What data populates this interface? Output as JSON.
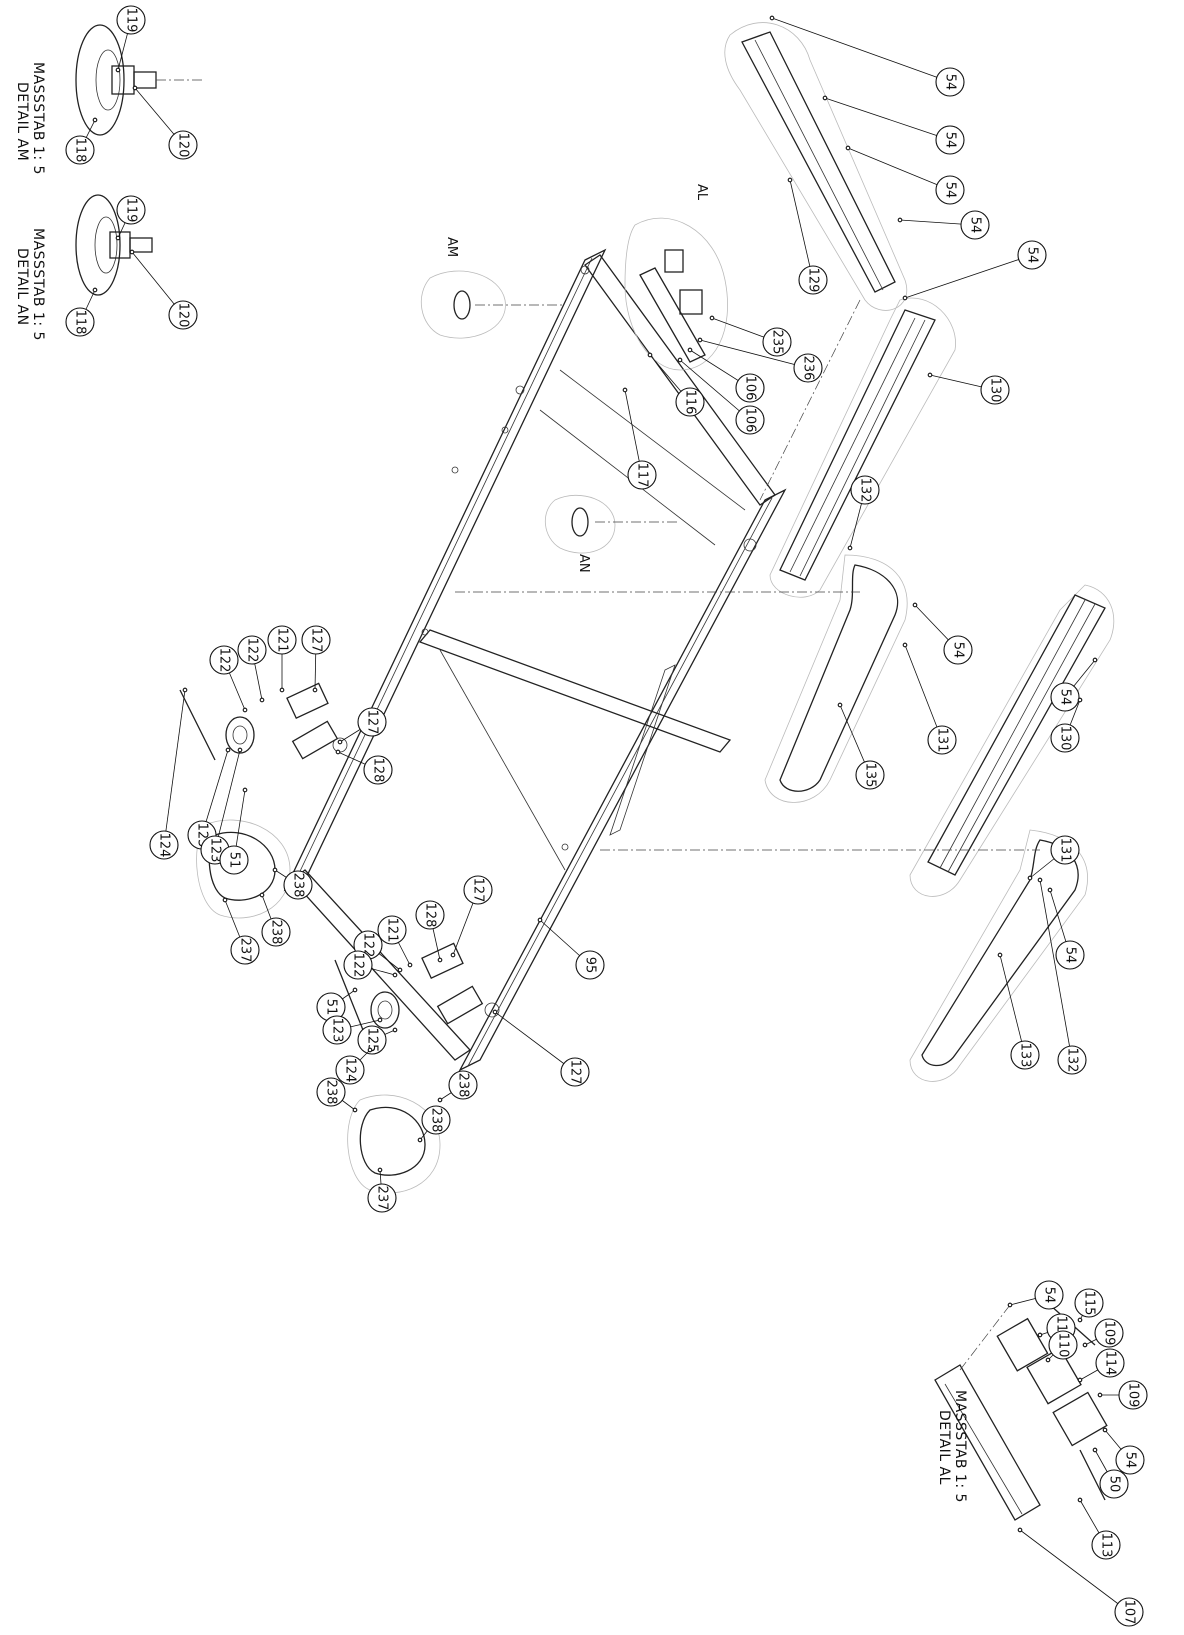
{
  "details": [
    {
      "title": "DETAIL AM",
      "scale": "MASSSTAB 1: 5"
    },
    {
      "title": "DETAIL AN",
      "scale": "MASSSTAB 1: 5"
    },
    {
      "title": "DETAIL AL",
      "scale": "MASSSTAB 1: 5"
    }
  ],
  "view_markers": {
    "am": "AM",
    "an": "AN",
    "al": "AL"
  },
  "callouts": [
    {
      "id": "c119a",
      "label": "119"
    },
    {
      "id": "c120a",
      "label": "120"
    },
    {
      "id": "c118a",
      "label": "118"
    },
    {
      "id": "c119b",
      "label": "119"
    },
    {
      "id": "c120b",
      "label": "120"
    },
    {
      "id": "c118b",
      "label": "118"
    },
    {
      "id": "c54a",
      "label": "54"
    },
    {
      "id": "c54b",
      "label": "54"
    },
    {
      "id": "c54c",
      "label": "54"
    },
    {
      "id": "c54d",
      "label": "54"
    },
    {
      "id": "c129",
      "label": "129"
    },
    {
      "id": "c54e",
      "label": "54"
    },
    {
      "id": "c130a",
      "label": "130"
    },
    {
      "id": "c235",
      "label": "235"
    },
    {
      "id": "c236",
      "label": "236"
    },
    {
      "id": "c106a",
      "label": "106"
    },
    {
      "id": "c106b",
      "label": "106"
    },
    {
      "id": "c116",
      "label": "116"
    },
    {
      "id": "c117",
      "label": "117"
    },
    {
      "id": "c132a",
      "label": "132"
    },
    {
      "id": "c54f",
      "label": "54"
    },
    {
      "id": "c131a",
      "label": "131"
    },
    {
      "id": "c135",
      "label": "135"
    },
    {
      "id": "c54g",
      "label": "54"
    },
    {
      "id": "c130b",
      "label": "130"
    },
    {
      "id": "c131b",
      "label": "131"
    },
    {
      "id": "c54h",
      "label": "54"
    },
    {
      "id": "c133",
      "label": "133"
    },
    {
      "id": "c132b",
      "label": "132"
    },
    {
      "id": "c127a",
      "label": "127"
    },
    {
      "id": "c121a",
      "label": "121"
    },
    {
      "id": "c122a",
      "label": "122"
    },
    {
      "id": "c122b",
      "label": "122"
    },
    {
      "id": "c127b",
      "label": "127"
    },
    {
      "id": "c128a",
      "label": "128"
    },
    {
      "id": "c124a",
      "label": "124"
    },
    {
      "id": "c125a",
      "label": "125"
    },
    {
      "id": "c123a",
      "label": "123"
    },
    {
      "id": "c51a",
      "label": "51"
    },
    {
      "id": "c238a",
      "label": "238"
    },
    {
      "id": "c238b",
      "label": "238"
    },
    {
      "id": "c237a",
      "label": "237"
    },
    {
      "id": "c127c",
      "label": "127"
    },
    {
      "id": "c128b",
      "label": "128"
    },
    {
      "id": "c121b",
      "label": "121"
    },
    {
      "id": "c122c",
      "label": "122"
    },
    {
      "id": "c122d",
      "label": "122"
    },
    {
      "id": "c95",
      "label": "95"
    },
    {
      "id": "c127d",
      "label": "127"
    },
    {
      "id": "c51b",
      "label": "51"
    },
    {
      "id": "c123b",
      "label": "123"
    },
    {
      "id": "c125b",
      "label": "125"
    },
    {
      "id": "c124b",
      "label": "124"
    },
    {
      "id": "c238c",
      "label": "238"
    },
    {
      "id": "c238d",
      "label": "238"
    },
    {
      "id": "c238e",
      "label": "238"
    },
    {
      "id": "c237b",
      "label": "237"
    },
    {
      "id": "c54i",
      "label": "54"
    },
    {
      "id": "c115",
      "label": "115"
    },
    {
      "id": "c111",
      "label": "111"
    },
    {
      "id": "c110",
      "label": "110"
    },
    {
      "id": "c109a",
      "label": "109"
    },
    {
      "id": "c114",
      "label": "114"
    },
    {
      "id": "c109b",
      "label": "109"
    },
    {
      "id": "c54j",
      "label": "54"
    },
    {
      "id": "c50",
      "label": "50"
    },
    {
      "id": "c113",
      "label": "113"
    },
    {
      "id": "c107",
      "label": "107"
    }
  ]
}
